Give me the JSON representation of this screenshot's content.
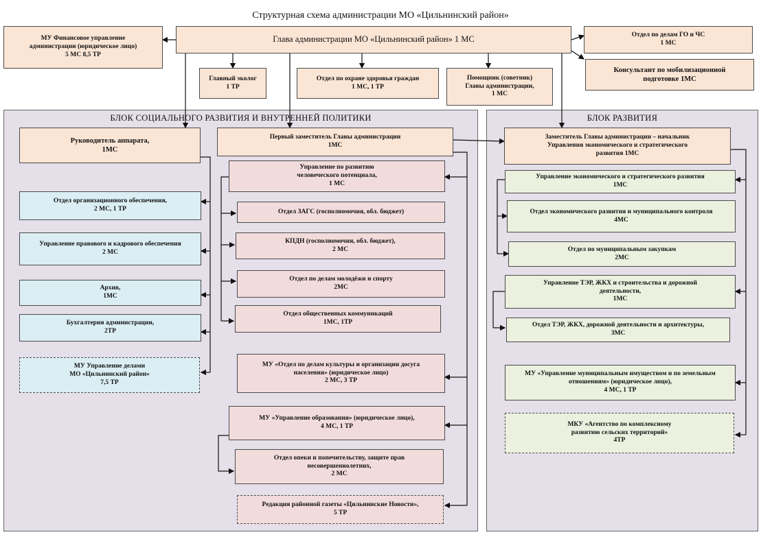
{
  "title": "Структурная схема администрации МО «Цильнинский район»",
  "blocks": {
    "social": "БЛОК СОЦИАЛЬНОГО РАЗВИТИЯ И ВНУТРЕННЕЙ ПОЛИТИКИ",
    "development": "БЛОК РАЗВИТИЯ"
  },
  "top": {
    "head": "Глава администрации МО «Цильнинский район» 1 МС",
    "finance": [
      "МУ Финансовое управление",
      "администрации (юридическое лицо)",
      "5 МС 8,5 ТР"
    ],
    "go_chs": [
      "Отдел по делам ГО и ЧС",
      "1 МС"
    ],
    "mobil": [
      "Консультант по мобилизационной",
      "подготовке  1МС"
    ],
    "ecolog": [
      "Главный эколог",
      "1 ТР"
    ],
    "health": [
      "Отдел по охране здоровья граждан",
      "1 МС, 1 ТР"
    ],
    "assistant": [
      "Помощник (советник)",
      "Главы администрации,",
      "1 МС"
    ]
  },
  "left": {
    "apparat": [
      "Руководитель аппарата,",
      "1МС"
    ],
    "org": [
      "Отдел организационного обеспечения,",
      "2 МС, 1 ТР"
    ],
    "legal": [
      "Управление правового и кадрового обеспечения",
      "2 МС"
    ],
    "archive": [
      "Архив,",
      "1МС"
    ],
    "account": [
      "Бухгалтерия администрации,",
      "2ТР"
    ],
    "affairs": [
      "МУ Управление делами",
      "МО «Цильнинский район»",
      "7,5 ТР"
    ]
  },
  "center": {
    "first_deputy": [
      "Первый заместитель Главы администрации",
      "1МС"
    ],
    "human": [
      "Управление по развитию",
      "человеческого потенциала,",
      "1 МС"
    ],
    "zags": [
      "Отдел ЗАГС (госполномочия, обл. бюджет)"
    ],
    "kdn": [
      "КПДН (госполномочия, обл. бюджет),",
      "2 МС"
    ],
    "youth": [
      "Отдел по делам молодёжи и спорту",
      "2МС"
    ],
    "comm": [
      "Отдел общественных коммуникаций",
      "1МС, 1ТР"
    ],
    "culture": [
      "МУ «Отдел по делам культуры и организации досуга",
      "населения» (юридическое лицо)",
      "2 МС, 3 ТР"
    ],
    "education": [
      "МУ «Управление образования» (юридическое лицо),",
      "4 МС, 1 ТР"
    ],
    "guardian": [
      "Отдел опеки и попечительству, защите прав",
      "несовершеннолетних,",
      "2 МС"
    ],
    "newspaper": [
      "Редакция районной газеты «Цильнинские Новости»,",
      "5 ТР"
    ]
  },
  "right": {
    "deputy": [
      "Заместитель Главы администрации – начальник",
      "Управления экономического и стратегического",
      "развития 1МС"
    ],
    "econ": [
      "Управление экономического и стратегического развития",
      "1МС"
    ],
    "econ_dev": [
      "Отдел экономического развития и муниципального контроля",
      "4МС"
    ],
    "purchase": [
      "Отдел по муниципальным закупкам",
      "2МС"
    ],
    "ter": [
      "Управление ТЭР, ЖКХ и  строительства и дорожной",
      "деятельности,",
      "1МС"
    ],
    "ter_dept": [
      "Отдел ТЭР, ЖКХ, дорожной деятельности и архитектуры,",
      "3МС"
    ],
    "property": [
      "МУ «Управление муниципальным имуществом и по земельным",
      "отношениям» (юридическое лицо),",
      "4 МС, 1 ТР"
    ],
    "mku": [
      "МКУ «Агентство по комплексному",
      "развитию сельских территорий»",
      "4ТР"
    ]
  }
}
